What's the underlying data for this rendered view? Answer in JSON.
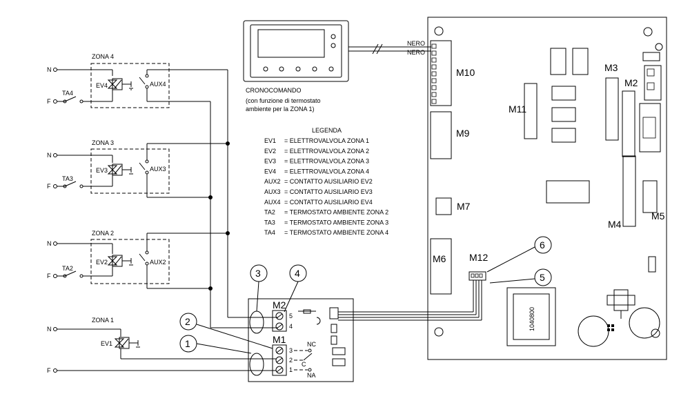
{
  "zones": {
    "z4": {
      "title": "ZONA 4",
      "valve": "EV4",
      "aux": "AUX4",
      "ta": "TA4",
      "n": "N",
      "f": "F"
    },
    "z3": {
      "title": "ZONA 3",
      "valve": "EV3",
      "aux": "AUX3",
      "ta": "TA3",
      "n": "N",
      "f": "F"
    },
    "z2": {
      "title": "ZONA 2",
      "valve": "EV2",
      "aux": "AUX2",
      "ta": "TA2",
      "n": "N",
      "f": "F"
    },
    "z1": {
      "title": "ZONA 1",
      "valve": "EV1",
      "n": "N",
      "f": "F"
    }
  },
  "crono": {
    "label": "CRONOCOMANDO",
    "desc_line1": "(con funzione di termostato",
    "desc_line2": "ambiente per la ZONA 1)",
    "wire1": "NERO",
    "wire2": "NERO"
  },
  "legend": {
    "title": "LEGENDA",
    "rows": [
      {
        "key": "EV1",
        "value": "= ELETTROVALVOLA ZONA 1"
      },
      {
        "key": "EV2",
        "value": "= ELETTROVALVOLA ZONA 2"
      },
      {
        "key": "EV3",
        "value": "= ELETTROVALVOLA ZONA 3"
      },
      {
        "key": "EV4",
        "value": "= ELETTROVALVOLA ZONA 4"
      },
      {
        "key": "AUX2",
        "value": "= CONTATTO AUSILIARIO EV2"
      },
      {
        "key": "AUX3",
        "value": "= CONTATTO AUSILIARIO EV3"
      },
      {
        "key": "AUX4",
        "value": "= CONTATTO AUSILIARIO EV4"
      },
      {
        "key": "TA2",
        "value": "= TERMOSTATO AMBIENTE ZONA 2"
      },
      {
        "key": "TA3",
        "value": "= TERMOSTATO AMBIENTE ZONA 3"
      },
      {
        "key": "TA4",
        "value": "= TERMOSTATO AMBIENTE ZONA 4"
      }
    ]
  },
  "connectors": {
    "m1": "M1",
    "m2": "M2",
    "m3": "M3",
    "m4": "M4",
    "m5": "M5",
    "m6": "M6",
    "m7": "M7",
    "m9": "M9",
    "m10": "M10",
    "m11": "M11",
    "m12": "M12"
  },
  "terminals": {
    "m2_t5": "5",
    "m2_t4": "4",
    "m1_t3": "3",
    "m1_t2": "2",
    "m1_t1": "1",
    "nc": "NC",
    "c": "C",
    "na": "NA"
  },
  "callouts": [
    "1",
    "2",
    "3",
    "4",
    "5",
    "6"
  ],
  "transformer_code": "1040800"
}
